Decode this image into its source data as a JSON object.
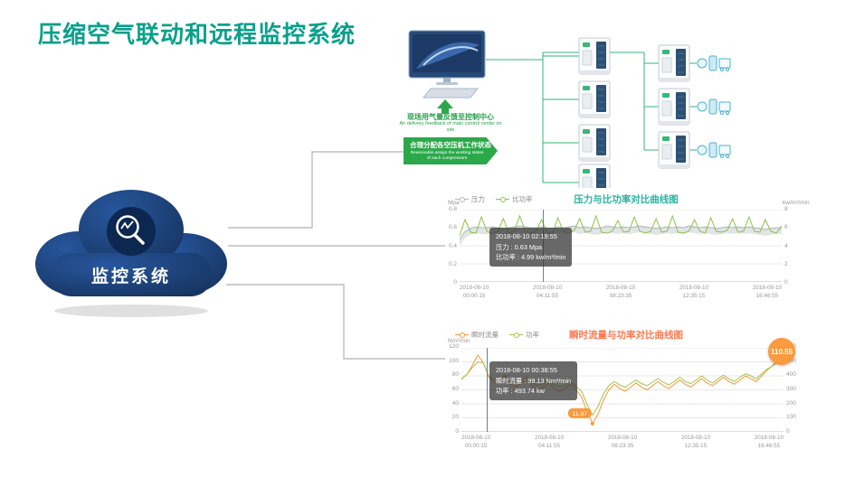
{
  "page": {
    "title": "压缩空气联动和远程监控系统"
  },
  "colors": {
    "title_accent": "#09a08b",
    "cloud_fill": "#1a3e71",
    "diagram_wire": "#34b27d",
    "banner_green": "#2ba84a"
  },
  "cloud": {
    "label": "监控系统"
  },
  "diagram": {
    "feedback_cn": "现场用气量反馈至控制中心",
    "feedback_en": "Air delivery feedback of main control center on site",
    "assign_cn": "合理分配各空压机工作状态",
    "assign_en": "Reasonable assign the working states of each compressors"
  },
  "chart_data": [
    {
      "id": "chart1",
      "type": "line",
      "title": "压力与比功率对比曲线图",
      "title_color": "#2ab3a3",
      "left_axis": {
        "label": "Mpa",
        "ticks": [
          "0.8",
          "0.6",
          "0.4",
          "0.2",
          "0"
        ],
        "min": 0,
        "max": 0.8
      },
      "right_axis": {
        "label": "kw/m³/min",
        "ticks": [
          "8",
          "6",
          "4",
          "2",
          "0"
        ],
        "min": 0,
        "max": 8
      },
      "x_labels": [
        {
          "date": "2018-08-10",
          "time": "00:00:15"
        },
        {
          "date": "2018-08-10",
          "time": "04:11:55"
        },
        {
          "date": "2018-08-10",
          "time": "08:23:35"
        },
        {
          "date": "2018-08-10",
          "time": "12:35:15"
        },
        {
          "date": "2018-08-10",
          "time": "16:46:55"
        }
      ],
      "series": [
        {
          "name": "压力",
          "axis": "left",
          "color": "#b2b8be",
          "band": 0.07,
          "fill": "rgba(190,195,200,0.45)",
          "values": [
            0.47,
            0.56,
            0.59,
            0.61,
            0.6,
            0.6,
            0.61,
            0.6,
            0.59,
            0.6,
            0.61,
            0.62,
            0.61,
            0.6,
            0.6,
            0.61,
            0.6,
            0.59,
            0.61,
            0.6,
            0.61,
            0.62,
            0.6,
            0.61,
            0.6,
            0.59,
            0.6,
            0.62,
            0.61,
            0.6,
            0.61,
            0.6,
            0.61,
            0.62,
            0.61,
            0.6,
            0.59,
            0.6,
            0.61,
            0.6,
            0.61,
            0.6,
            0.62,
            0.61,
            0.6,
            0.61,
            0.6,
            0.59,
            0.6,
            0.61,
            0.6,
            0.61,
            0.6,
            0.61,
            0.6,
            0.59,
            0.58,
            0.59,
            0.6,
            0.6
          ]
        },
        {
          "name": "比功率",
          "axis": "right",
          "color": "#8bc34a",
          "values": [
            5.1,
            6.9,
            5.5,
            5.4,
            7.2,
            5.6,
            5.3,
            5.6,
            7.0,
            5.4,
            5.6,
            7.3,
            5.7,
            5.4,
            5.6,
            6.9,
            5.5,
            5.3,
            7.1,
            5.6,
            5.4,
            5.7,
            7.0,
            5.5,
            5.6,
            7.3,
            5.5,
            5.4,
            5.6,
            6.8,
            5.5,
            5.6,
            7.2,
            5.6,
            5.4,
            5.6,
            7.0,
            5.5,
            5.6,
            7.3,
            5.5,
            5.4,
            5.6,
            6.9,
            5.6,
            5.4,
            7.1,
            5.6,
            5.5,
            5.7,
            7.0,
            5.5,
            5.6,
            7.2,
            5.6,
            5.5,
            6.9,
            5.6,
            5.4,
            6.2
          ]
        }
      ],
      "cursor_fraction": 0.26,
      "tooltip": {
        "time": "2018-08-10 02:19:55",
        "row1": "压力 : 0.63 Mpa",
        "row2": "比功率 : 4.99 kw/m³/min"
      },
      "annotations": []
    },
    {
      "id": "chart2",
      "type": "line",
      "title": "瞬时流量与功率对比曲线图",
      "title_color": "#f97a50",
      "left_axis": {
        "label": "Nm³/min",
        "ticks": [
          "120",
          "100",
          "80",
          "60",
          "40",
          "20",
          "0"
        ],
        "min": 0,
        "max": 120
      },
      "right_axis": {
        "label": "",
        "ticks": [
          "600",
          "500",
          "400",
          "300",
          "200",
          "100",
          "0"
        ],
        "min": 0,
        "max": 600
      },
      "x_labels": [
        {
          "date": "2018-08-10",
          "time": "00:00:15"
        },
        {
          "date": "2018-08-10",
          "time": "04:11:55"
        },
        {
          "date": "2018-08-10",
          "time": "08:23:35"
        },
        {
          "date": "2018-08-10",
          "time": "12:35:15"
        },
        {
          "date": "2018-08-10",
          "time": "16:46:55"
        }
      ],
      "series": [
        {
          "name": "瞬时流量",
          "axis": "left",
          "color": "#f5973c",
          "values": [
            75,
            82,
            95,
            110,
            99,
            78,
            70,
            72,
            80,
            68,
            64,
            70,
            75,
            66,
            60,
            64,
            70,
            62,
            58,
            62,
            68,
            60,
            50,
            30,
            11.87,
            25,
            45,
            60,
            68,
            62,
            58,
            64,
            70,
            64,
            60,
            66,
            72,
            66,
            62,
            68,
            74,
            68,
            64,
            70,
            76,
            70,
            66,
            72,
            78,
            72,
            68,
            74,
            80,
            76,
            72,
            80,
            88,
            95,
            104,
            110.55
          ]
        },
        {
          "name": "功率",
          "axis": "right",
          "color": "#a5c24a",
          "values": [
            380,
            410,
            460,
            498,
            493.74,
            400,
            370,
            375,
            405,
            360,
            345,
            370,
            390,
            350,
            330,
            345,
            370,
            335,
            320,
            335,
            360,
            325,
            290,
            200,
            120,
            180,
            270,
            330,
            360,
            335,
            320,
            345,
            370,
            345,
            330,
            355,
            380,
            355,
            335,
            360,
            390,
            360,
            345,
            370,
            400,
            370,
            350,
            380,
            405,
            380,
            360,
            390,
            415,
            400,
            380,
            415,
            450,
            470,
            500,
            520
          ]
        }
      ],
      "cursor_fraction": 0.08,
      "tooltip": {
        "time": "2018-08-10 00:38:55",
        "row1": "瞬时流量 : 99.13 Nm³/min",
        "row2": "功率 : 493.74 kw"
      },
      "annotations": [
        {
          "series": 0,
          "index": 24,
          "label": "11.87",
          "color": "#fb9a3e"
        }
      ],
      "badge": {
        "label": "110.55"
      }
    }
  ]
}
